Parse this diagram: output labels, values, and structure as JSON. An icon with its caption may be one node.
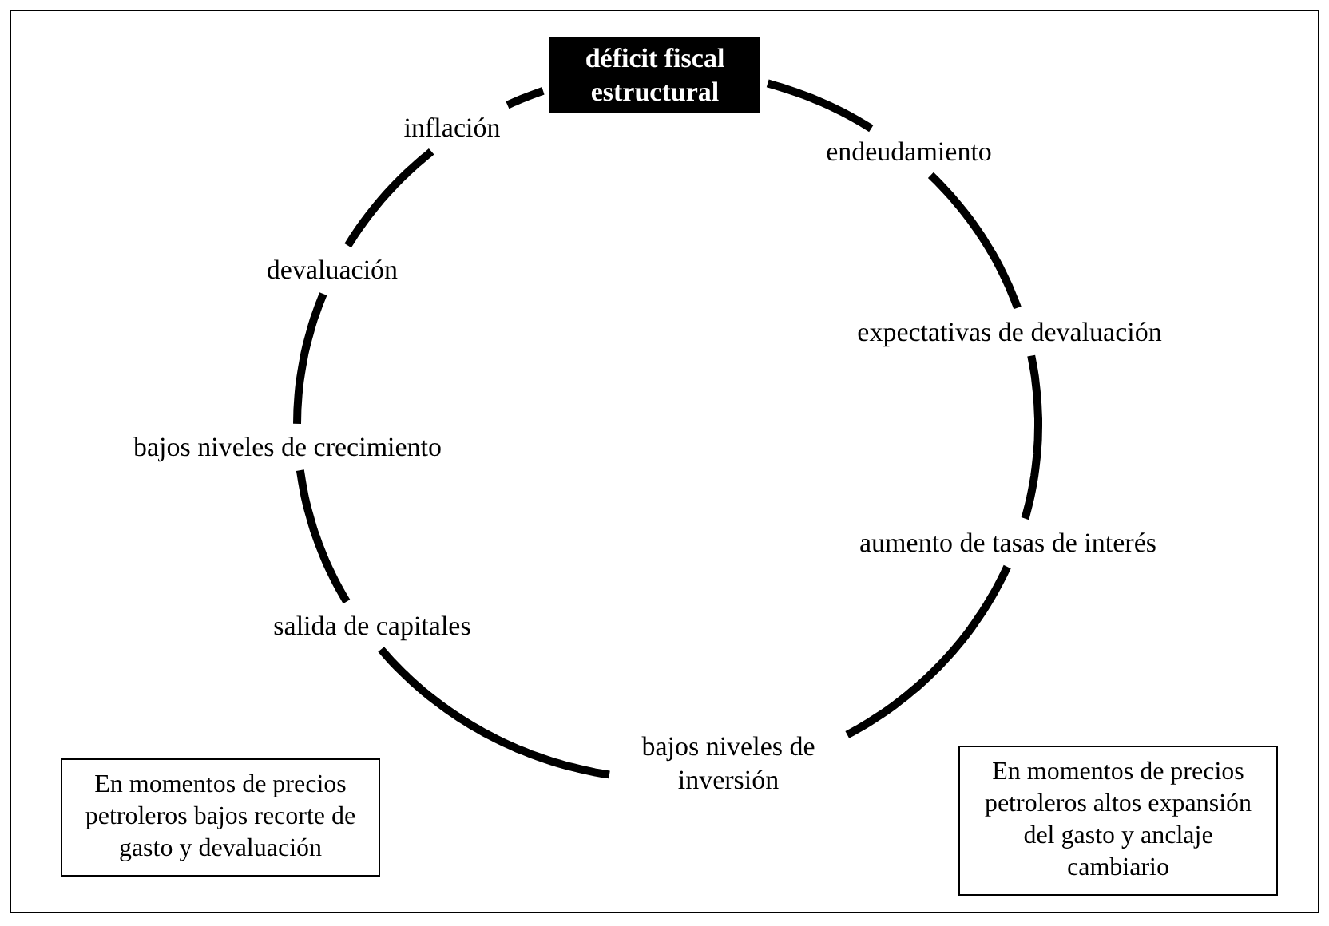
{
  "diagram": {
    "nodes": [
      {
        "text": [
          "déficit fiscal estructural"
        ]
      },
      {
        "text": [
          "endeudamiento"
        ]
      },
      {
        "text": [
          "expectativas de devaluación"
        ]
      },
      {
        "text": [
          "aumento de tasas de interés"
        ]
      },
      {
        "text": [
          "bajos niveles de inversión"
        ]
      },
      {
        "text": [
          "salida de capitales"
        ]
      },
      {
        "text": [
          "bajos niveles de crecimiento"
        ]
      },
      {
        "text": [
          "devaluación"
        ]
      },
      {
        "text": [
          "inflación"
        ]
      },
      {
        "text": [
          "En momentos de precios petroleros bajos recorte de gasto y devaluación"
        ]
      },
      {
        "text": [
          "En momentos de precios petroleros altos expansión del gasto y anclaje cambiario"
        ]
      }
    ],
    "edges": [
      {
        "from": 0,
        "to": 1,
        "arrow": "none"
      },
      {
        "from": 1,
        "to": 2,
        "arrow": "none"
      },
      {
        "from": 2,
        "to": 3,
        "arrow": "none"
      },
      {
        "from": 3,
        "to": 4,
        "arrow": "none"
      },
      {
        "from": 4,
        "to": 5,
        "arrow": "none"
      },
      {
        "from": 5,
        "to": 6,
        "arrow": "none"
      },
      {
        "from": 6,
        "to": 7,
        "arrow": "none"
      },
      {
        "from": 7,
        "to": 8,
        "arrow": "none"
      },
      {
        "from": 8,
        "to": 0,
        "arrow": "none"
      }
    ]
  }
}
